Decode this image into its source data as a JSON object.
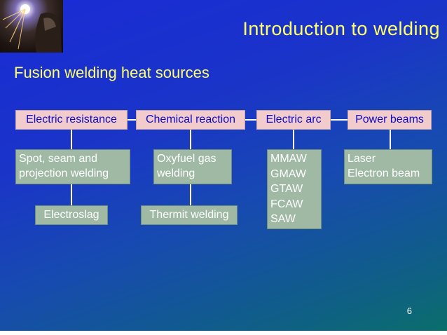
{
  "slide": {
    "title": "Introduction to welding",
    "subtitle": "Fusion welding heat sources",
    "page_number": "6",
    "photo_icon": "welding-photo-icon"
  },
  "categories": [
    {
      "label": "Electric resistance"
    },
    {
      "label": "Chemical reaction"
    },
    {
      "label": "Electric arc"
    },
    {
      "label": "Power beams"
    }
  ],
  "items": {
    "spot_seam": [
      "Spot, seam and",
      "projection welding"
    ],
    "electroslag": [
      "Electroslag"
    ],
    "oxyfuel": [
      "Oxyfuel gas",
      "welding"
    ],
    "thermit": [
      "Thermit welding"
    ],
    "arc": [
      "MMAW",
      "GMAW",
      "GTAW",
      "FCAW",
      "SAW"
    ],
    "beams": [
      "Laser",
      "Electron beam"
    ]
  },
  "colors": {
    "title_text": "#ffff66",
    "category_box": "#f2cccc",
    "category_text": "#0c0cc8",
    "item_box": "#9fb9a4",
    "item_text": "#ffffff"
  }
}
